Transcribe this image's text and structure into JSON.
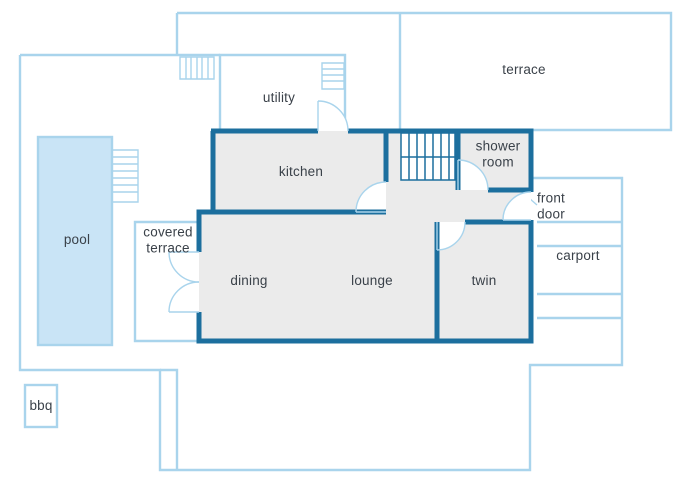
{
  "plan": {
    "labels": {
      "terrace": "terrace",
      "utility": "utility",
      "kitchen": "kitchen",
      "shower_room": "shower room",
      "front_door": "front door",
      "covered_terrace": "covered terrace",
      "pool": "pool",
      "dining": "dining",
      "lounge": "lounge",
      "twin": "twin",
      "carport": "carport",
      "bbq": "bbq"
    },
    "colors": {
      "outline": "#a9d4ec",
      "wall": "#1c6f9e",
      "pool_fill": "#c9e4f6",
      "room_fill": "#ebebeb",
      "text": "#3a4149",
      "background": "#ffffff"
    }
  }
}
